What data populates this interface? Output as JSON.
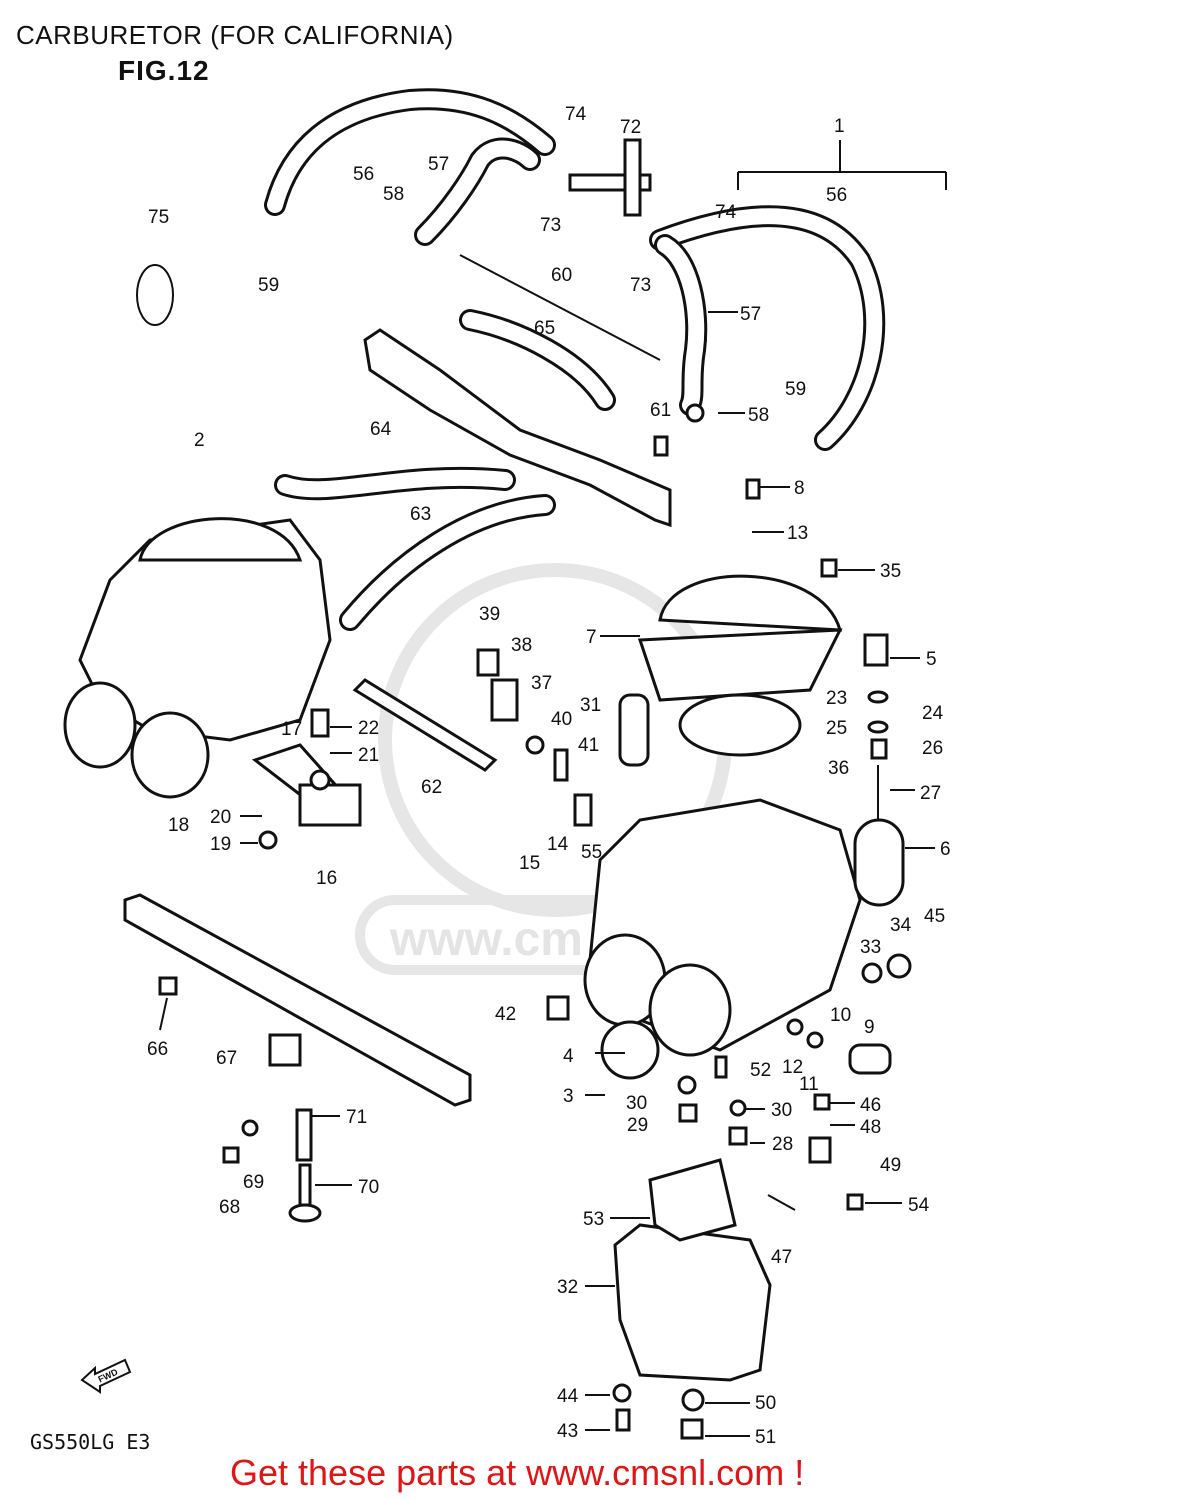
{
  "header": {
    "title": "CARBURETOR (FOR CALIFORNIA)",
    "figure": "FIG.12"
  },
  "diagram": {
    "model_code": "GS550LG E3",
    "fwd_label": "FWD",
    "watermark": "www.cm",
    "callouts": [
      "1",
      "56",
      "57",
      "58",
      "59",
      "72",
      "73",
      "73",
      "74",
      "74",
      "75",
      "56",
      "57",
      "58",
      "59",
      "60",
      "65",
      "61",
      "64",
      "63",
      "2",
      "8",
      "13",
      "35",
      "7",
      "5",
      "23",
      "24",
      "25",
      "26",
      "36",
      "27",
      "6",
      "45",
      "34",
      "33",
      "39",
      "38",
      "37",
      "40",
      "41",
      "31",
      "22",
      "21",
      "62",
      "17",
      "18",
      "20",
      "19",
      "16",
      "14",
      "15",
      "55",
      "42",
      "4",
      "3",
      "30",
      "30",
      "29",
      "52",
      "12",
      "11",
      "10",
      "9",
      "46",
      "48",
      "49",
      "28",
      "54",
      "47",
      "53",
      "32",
      "44",
      "50",
      "43",
      "51",
      "66",
      "67",
      "71",
      "69",
      "68",
      "70"
    ]
  },
  "footer": {
    "link_text": "Get these parts at www.cmsnl.com !"
  }
}
